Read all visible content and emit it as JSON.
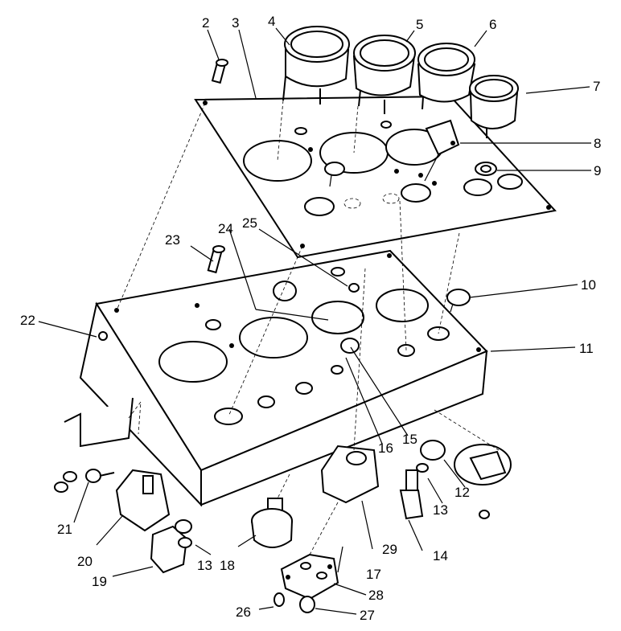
{
  "callouts": {
    "c2": "2",
    "c3": "3",
    "c4": "4",
    "c5": "5",
    "c6": "6",
    "c7": "7",
    "c8": "8",
    "c9": "9",
    "c10": "10",
    "c11": "11",
    "c12": "12",
    "c13a": "13",
    "c13b": "13",
    "c14": "14",
    "c15": "15",
    "c16": "16",
    "c17": "17",
    "c18": "18",
    "c19": "19",
    "c20": "20",
    "c21": "21",
    "c22": "22",
    "c23": "23",
    "c24": "24",
    "c25": "25",
    "c26": "26",
    "c27": "27",
    "c28": "28",
    "c29": "29"
  }
}
